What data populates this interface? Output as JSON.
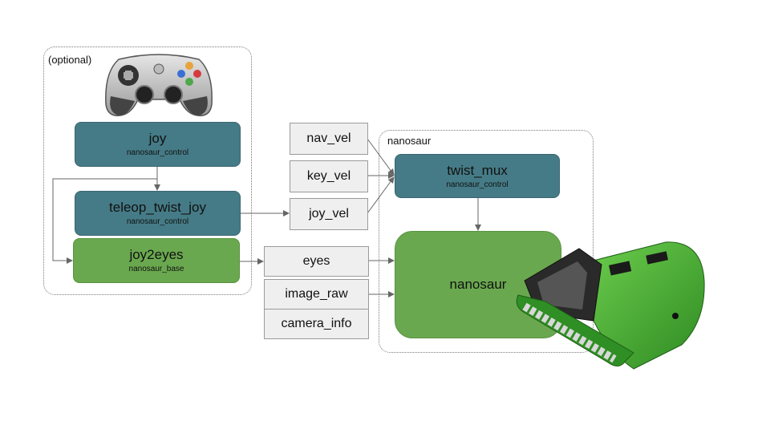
{
  "groups": {
    "optional": {
      "label": "(optional)"
    },
    "nanosaur": {
      "label": "nanosaur"
    }
  },
  "nodes": {
    "joy": {
      "title": "joy",
      "pkg": "nanosaur_control"
    },
    "teleop": {
      "title": "teleop_twist_joy",
      "pkg": "nanosaur_control"
    },
    "joy2eyes": {
      "title": "joy2eyes",
      "pkg": "nanosaur_base"
    },
    "twist_mux": {
      "title": "twist_mux",
      "pkg": "nanosaur_control"
    },
    "nanosaur": {
      "title": "nanosaur"
    }
  },
  "topics": {
    "nav_vel": "nav_vel",
    "key_vel": "key_vel",
    "joy_vel": "joy_vel",
    "eyes": "eyes",
    "image_raw": "image_raw",
    "camera_info": "camera_info"
  },
  "colors": {
    "node_blue": "#457b86",
    "node_green": "#6aa84f",
    "topic_bg": "#efefef",
    "robot_green": "#3fa52b"
  },
  "icons": {
    "gamepad": "gamepad-icon",
    "robot": "nanosaur-robot-icon"
  }
}
